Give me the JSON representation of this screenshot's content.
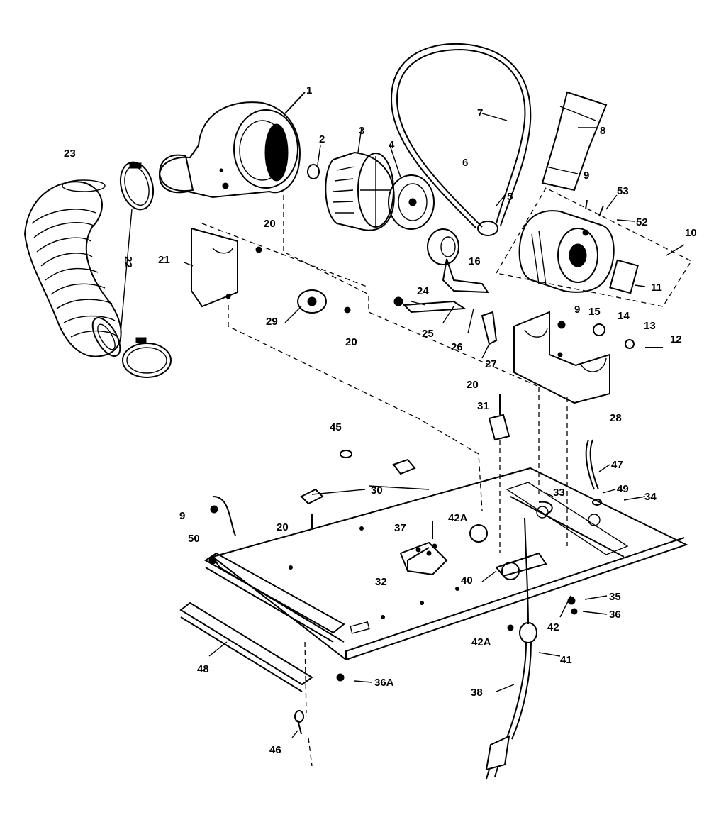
{
  "parts": [
    {
      "id": "p1",
      "label": "1"
    },
    {
      "id": "p2",
      "label": "2"
    },
    {
      "id": "p3",
      "label": "3"
    },
    {
      "id": "p4",
      "label": "4"
    },
    {
      "id": "p5",
      "label": "5"
    },
    {
      "id": "p6",
      "label": "6"
    },
    {
      "id": "p7",
      "label": "7"
    },
    {
      "id": "p8",
      "label": "8"
    },
    {
      "id": "p9a",
      "label": "9"
    },
    {
      "id": "p9b",
      "label": "9"
    },
    {
      "id": "p9c",
      "label": "9"
    },
    {
      "id": "p10",
      "label": "10"
    },
    {
      "id": "p11",
      "label": "11"
    },
    {
      "id": "p12",
      "label": "12"
    },
    {
      "id": "p13",
      "label": "13"
    },
    {
      "id": "p14",
      "label": "14"
    },
    {
      "id": "p15",
      "label": "15"
    },
    {
      "id": "p16",
      "label": "16"
    },
    {
      "id": "p20a",
      "label": "20"
    },
    {
      "id": "p20b",
      "label": "20"
    },
    {
      "id": "p20c",
      "label": "20"
    },
    {
      "id": "p20d",
      "label": "20"
    },
    {
      "id": "p21",
      "label": "21"
    },
    {
      "id": "p22",
      "label": "22"
    },
    {
      "id": "p23",
      "label": "23"
    },
    {
      "id": "p24",
      "label": "24"
    },
    {
      "id": "p25",
      "label": "25"
    },
    {
      "id": "p26",
      "label": "26"
    },
    {
      "id": "p27",
      "label": "27"
    },
    {
      "id": "p28",
      "label": "28"
    },
    {
      "id": "p29",
      "label": "29"
    },
    {
      "id": "p30",
      "label": "30"
    },
    {
      "id": "p31",
      "label": "31"
    },
    {
      "id": "p32",
      "label": "32"
    },
    {
      "id": "p33",
      "label": "33"
    },
    {
      "id": "p34",
      "label": "34"
    },
    {
      "id": "p35",
      "label": "35"
    },
    {
      "id": "p36",
      "label": "36"
    },
    {
      "id": "p36a",
      "label": "36A"
    },
    {
      "id": "p37",
      "label": "37"
    },
    {
      "id": "p38",
      "label": "38"
    },
    {
      "id": "p40",
      "label": "40"
    },
    {
      "id": "p41",
      "label": "41"
    },
    {
      "id": "p42",
      "label": "42"
    },
    {
      "id": "p42a1",
      "label": "42A"
    },
    {
      "id": "p42a2",
      "label": "42A"
    },
    {
      "id": "p45",
      "label": "45"
    },
    {
      "id": "p46",
      "label": "46"
    },
    {
      "id": "p47",
      "label": "47"
    },
    {
      "id": "p48",
      "label": "48"
    },
    {
      "id": "p49",
      "label": "49"
    },
    {
      "id": "p50",
      "label": "50"
    },
    {
      "id": "p52",
      "label": "52"
    },
    {
      "id": "p53",
      "label": "53"
    }
  ]
}
